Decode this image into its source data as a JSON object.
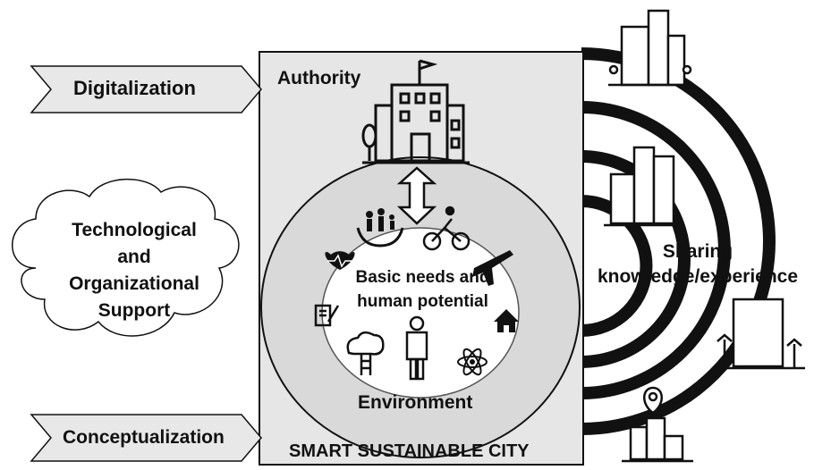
{
  "inputs": {
    "digitalization": "Digitalization",
    "support_line1": "Technological",
    "support_line2": "and",
    "support_line3": "Organizational",
    "support_line4": "Support",
    "conceptualization": "Conceptualization"
  },
  "city_box": {
    "authority": "Authority",
    "core_line1": "Basic needs and",
    "core_line2": "human potential",
    "environment": "Environment",
    "footer": "SMART SUSTAINABLE CITY"
  },
  "sharing": {
    "line1": "Sharing",
    "line2": "knowledge/experience"
  },
  "icons": [
    "school-building-icon",
    "two-way-arrow-icon",
    "family-hands-icon",
    "cyclist-icon",
    "airplane-icon",
    "home-icon",
    "atom-icon",
    "person-icon",
    "cloud-tree-icon",
    "document-pen-icon",
    "heart-rate-icon",
    "city-buildings-icon",
    "office-towers-icon",
    "hotel-palms-icon",
    "location-buildings-icon"
  ],
  "colors": {
    "box_fill": "#e6e6e6",
    "circle_fill": "#d9d9d9",
    "inner_fill": "#ffffff",
    "ink": "#111111",
    "arrow_fill": "#e8e8e8"
  }
}
